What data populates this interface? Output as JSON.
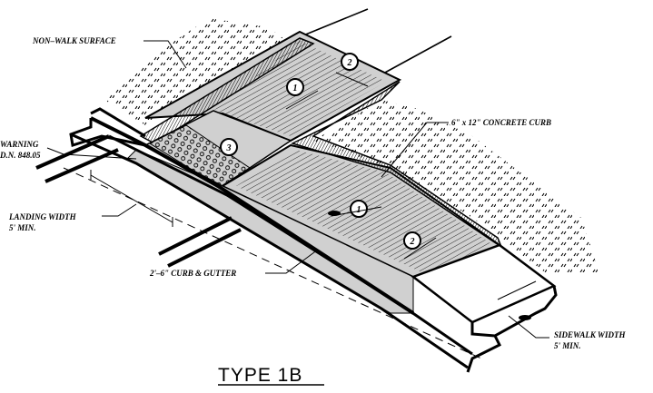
{
  "labels": {
    "non_walk": "NON–WALK SURFACE",
    "warning_1": "WARNING",
    "warning_2": "D.N. 848.05",
    "landing_1": "LANDING WIDTH",
    "landing_2": "5' MIN.",
    "curb_concrete": "6\" x 12\" CONCRETE CURB",
    "curb_gutter": "2'–6\" CURB & GUTTER",
    "sidewalk_1": "SIDEWALK WIDTH",
    "sidewalk_2": "5' MIN.",
    "title": "TYPE 1B"
  },
  "callouts": [
    "1",
    "2",
    "3",
    "1",
    "2"
  ],
  "colors": {
    "line": "#000000",
    "ramp_fill": "#cfcfcf",
    "background": "#ffffff"
  }
}
